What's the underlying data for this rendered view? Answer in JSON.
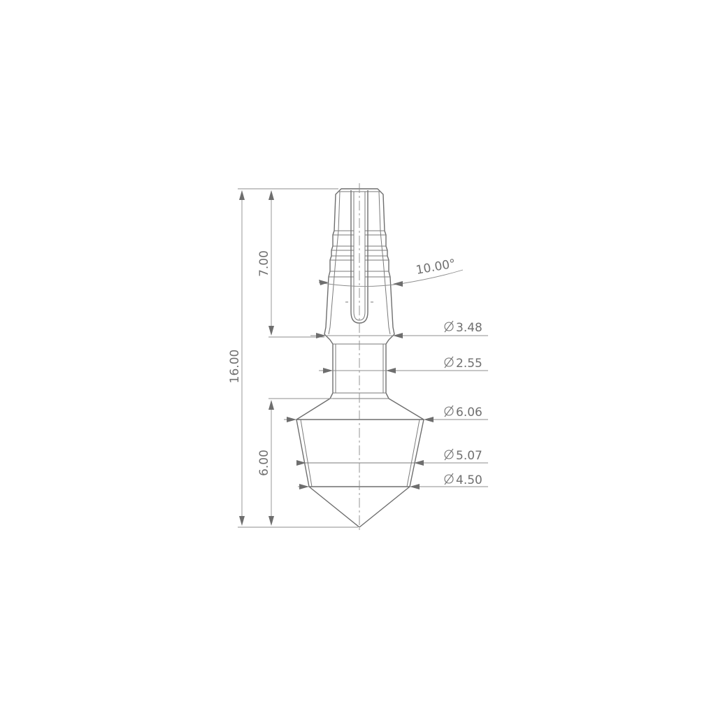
{
  "colors": {
    "line": "#6e6e6e",
    "dimension": "#8c8c8c",
    "text": "#707070",
    "background": "#ffffff"
  },
  "dimensions": {
    "overall_height": "16.00",
    "upper_height": "7.00",
    "lower_height": "6.00",
    "taper_angle": "10.00°",
    "dia_shoulder": "3.48",
    "dia_neck": "2.55",
    "dia_cone_max": "6.06",
    "dia_cone_mid": "5.07",
    "dia_cone_min": "4.50"
  },
  "icons": {
    "diameter": "diameter-symbol-icon"
  }
}
